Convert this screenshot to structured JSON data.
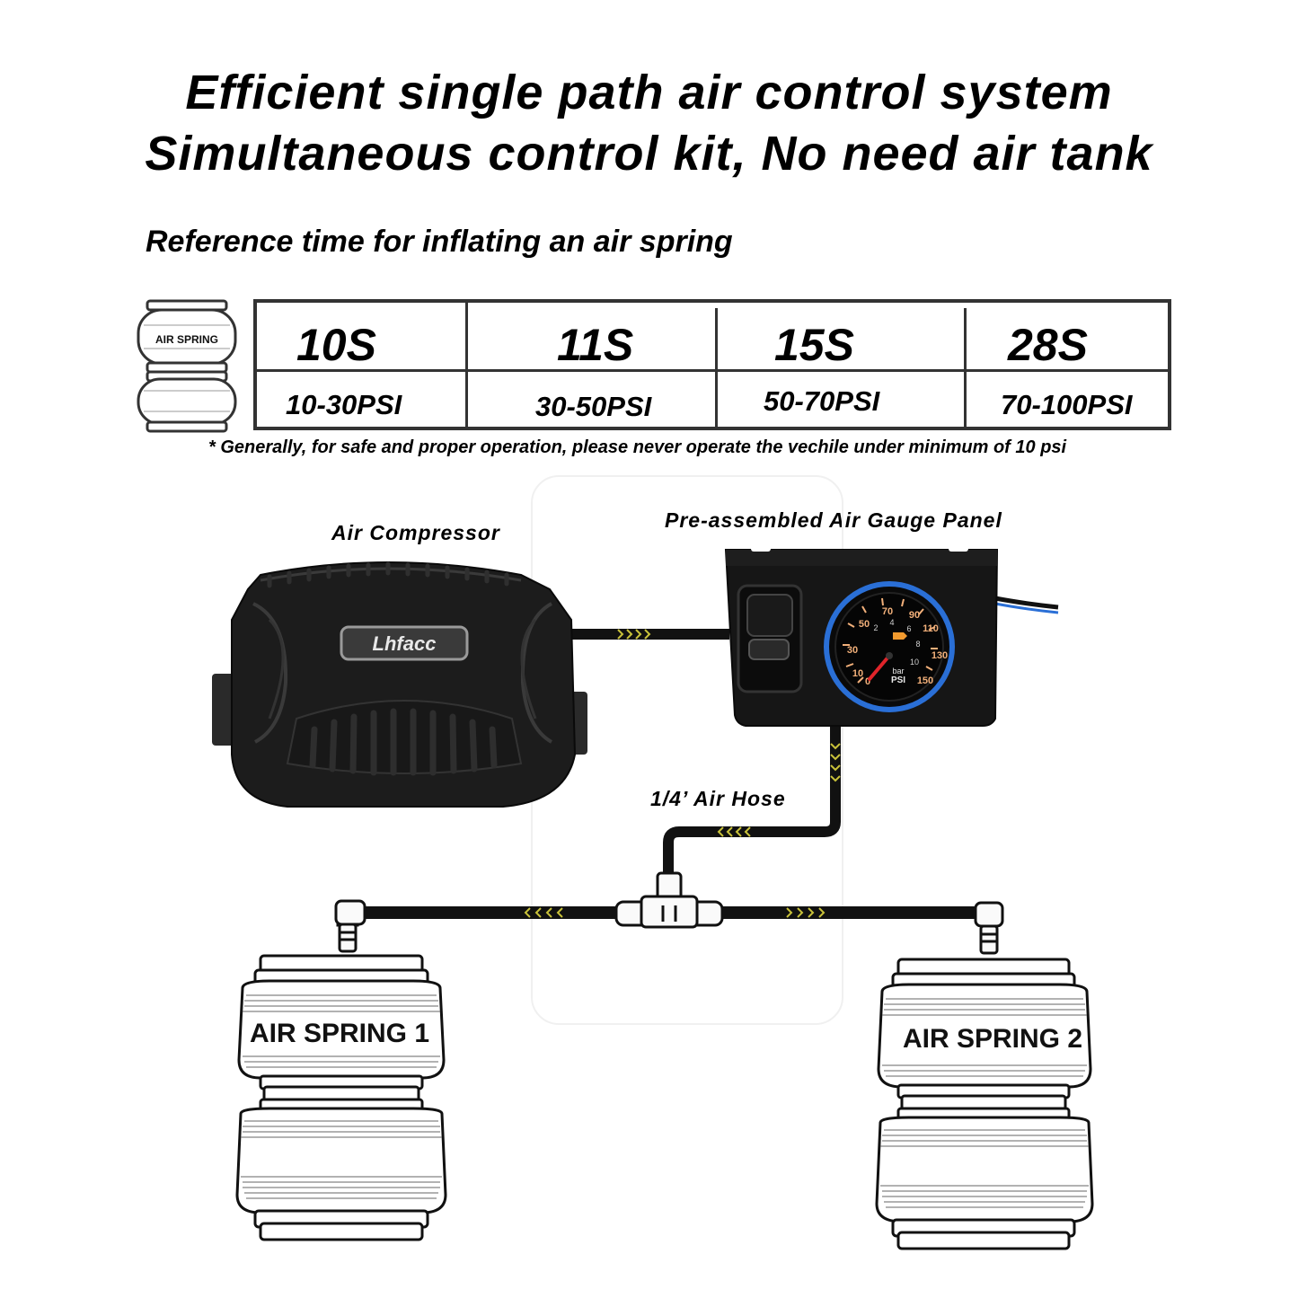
{
  "headline": {
    "line1": "Efficient single path air control system",
    "line2": "Simultaneous control kit, No need air tank"
  },
  "reference": {
    "title": "Reference time for inflating an air spring",
    "icon_label": "AIR SPRING",
    "columns": [
      {
        "time": "10S",
        "pressure": "10-30PSI"
      },
      {
        "time": "11S",
        "pressure": "30-50PSI"
      },
      {
        "time": "15S",
        "pressure": "50-70PSI"
      },
      {
        "time": "28S",
        "pressure": "70-100PSI"
      }
    ],
    "note": "* Generally, for safe and proper operation, please never operate the vechile under minimum of 10 psi"
  },
  "components": {
    "compressor_label": "Air Compressor",
    "compressor_brand": "Lhfacc",
    "gauge_panel_label": "Pre-assembled Air Gauge Panel",
    "hose_label": "1/4’ Air Hose",
    "spring1_label": "AIR SPRING 1",
    "spring2_label": "AIR SPRING 2"
  },
  "gauge": {
    "psi_ticks": [
      "10",
      "30",
      "50",
      "70",
      "90",
      "110",
      "130",
      "150"
    ],
    "bar_ticks": [
      "2",
      "4",
      "6",
      "8",
      "10"
    ],
    "units": [
      "bar",
      "PSI"
    ],
    "zero": "0"
  },
  "colors": {
    "hose": "#111111",
    "arrow": "#c9c23a",
    "gauge_ring": "#2a6fd6",
    "needle": "#e0242a"
  }
}
